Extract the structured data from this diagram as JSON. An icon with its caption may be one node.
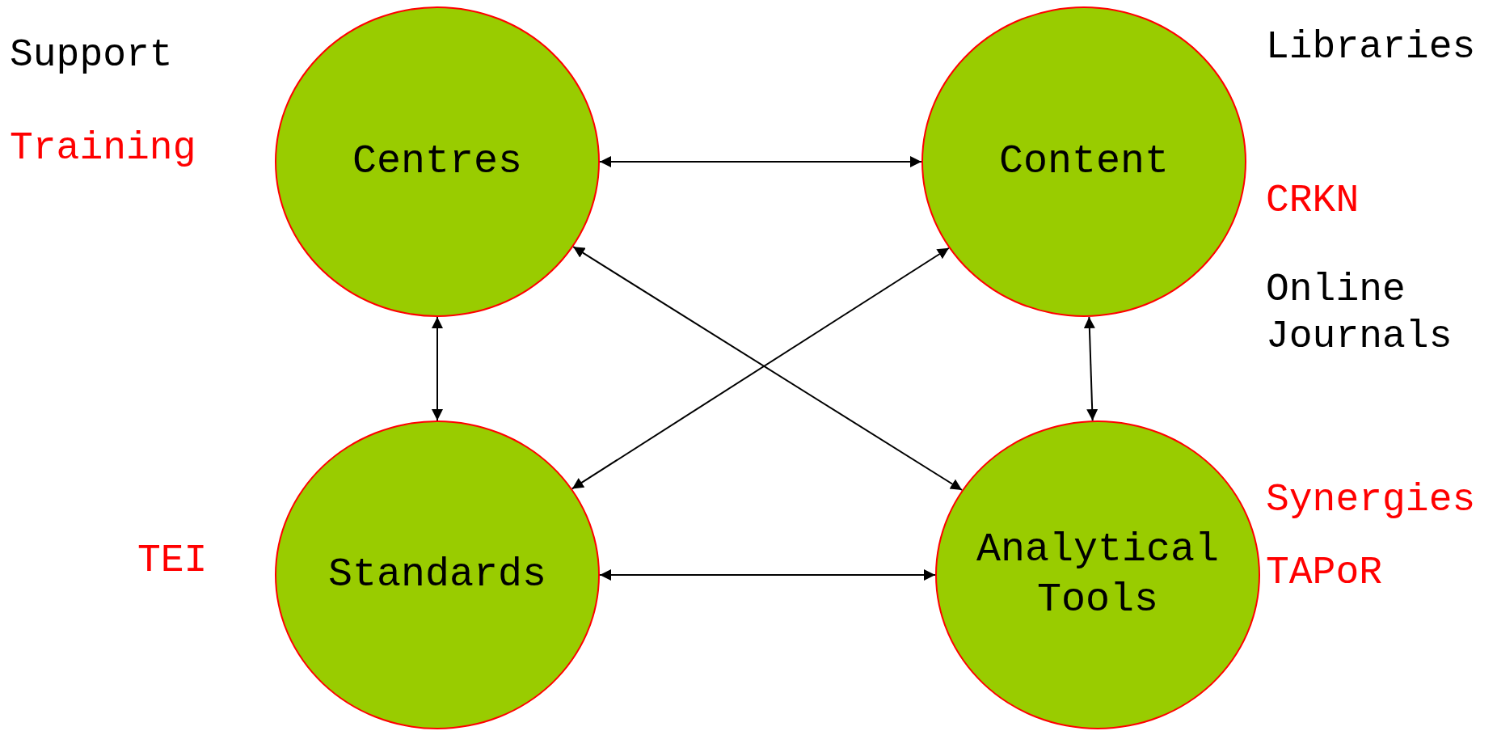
{
  "diagram": {
    "nodes": [
      {
        "text": [
          "Centres"
        ]
      },
      {
        "text": [
          "Content"
        ]
      },
      {
        "text": [
          "Standards"
        ]
      },
      {
        "text": [
          "Analytical Tools"
        ]
      }
    ],
    "edges": [
      {
        "from": 0,
        "to": 1,
        "arrow": "both"
      },
      {
        "from": 0,
        "to": 2,
        "arrow": "both"
      },
      {
        "from": 1,
        "to": 3,
        "arrow": "both"
      },
      {
        "from": 2,
        "to": 3,
        "arrow": "both"
      },
      {
        "from": 0,
        "to": 3,
        "arrow": "both"
      },
      {
        "from": 1,
        "to": 2,
        "arrow": "both"
      }
    ],
    "labels": [
      "Support",
      "Training",
      "Libraries",
      "CRKN",
      "Online Journals",
      "Synergies",
      "TAPoR",
      "TEI"
    ]
  }
}
